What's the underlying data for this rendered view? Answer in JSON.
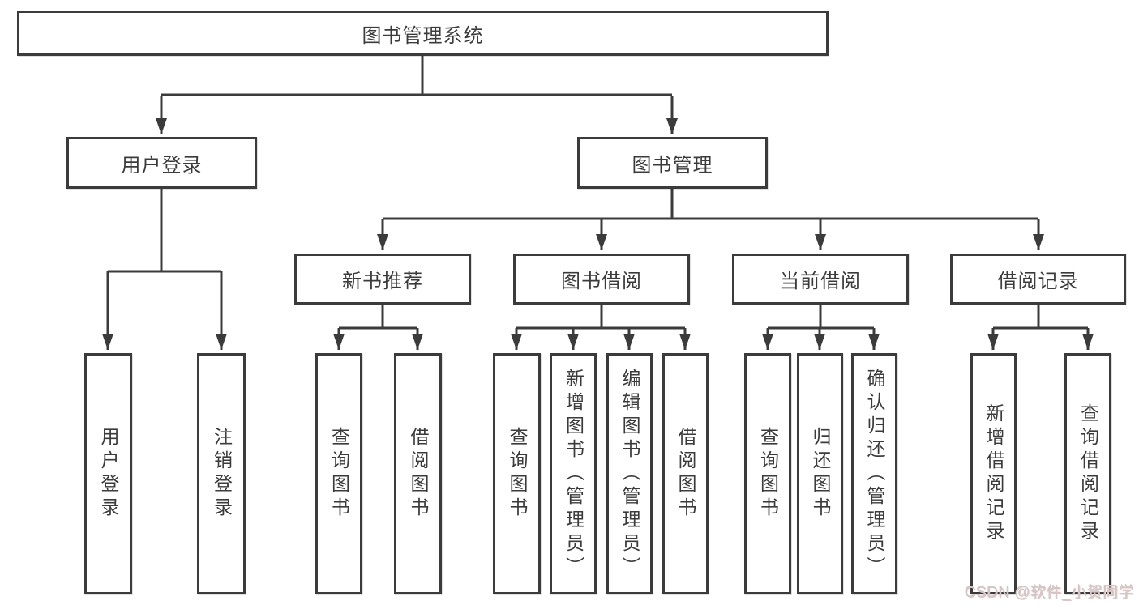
{
  "diagram": {
    "root": {
      "label": "图书管理系统"
    },
    "level2": [
      {
        "id": "user-login",
        "label": "用户登录"
      },
      {
        "id": "book-management",
        "label": "图书管理"
      }
    ],
    "level3": [
      {
        "id": "new-book-recommend",
        "label": "新书推荐"
      },
      {
        "id": "book-borrow",
        "label": "图书借阅"
      },
      {
        "id": "current-borrow",
        "label": "当前借阅"
      },
      {
        "id": "borrow-record",
        "label": "借阅记录"
      }
    ],
    "leaves": [
      {
        "id": "user-login-leaf",
        "parent": "user-login",
        "label": "用户登录"
      },
      {
        "id": "logout",
        "parent": "user-login",
        "label": "注销登录"
      },
      {
        "id": "query-books-1",
        "parent": "new-book-recommend",
        "label": "查询图书"
      },
      {
        "id": "borrow-books-1",
        "parent": "new-book-recommend",
        "label": "借阅图书"
      },
      {
        "id": "query-books-2",
        "parent": "book-borrow",
        "label": "查询图书"
      },
      {
        "id": "add-books-admin",
        "parent": "book-borrow",
        "label": "新增图书（管理员）"
      },
      {
        "id": "edit-books-admin",
        "parent": "book-borrow",
        "label": "编辑图书（管理员）"
      },
      {
        "id": "borrow-books-2",
        "parent": "book-borrow",
        "label": "借阅图书"
      },
      {
        "id": "query-books-3",
        "parent": "current-borrow",
        "label": "查询图书"
      },
      {
        "id": "return-books",
        "parent": "current-borrow",
        "label": "归还图书"
      },
      {
        "id": "confirm-return-admin",
        "parent": "current-borrow",
        "label": "确认归还（管理员）"
      },
      {
        "id": "add-borrow-record",
        "parent": "borrow-record",
        "label": "新增借阅记录"
      },
      {
        "id": "query-borrow-record",
        "parent": "borrow-record",
        "label": "查询借阅记录"
      }
    ]
  },
  "watermark": {
    "text": "CSDN @软件_小贺同学"
  },
  "colors": {
    "line": "#3b3b3b",
    "text": "#3b3b3b",
    "box_bg": "#ffffff",
    "watermark": "#cbc9c9"
  }
}
